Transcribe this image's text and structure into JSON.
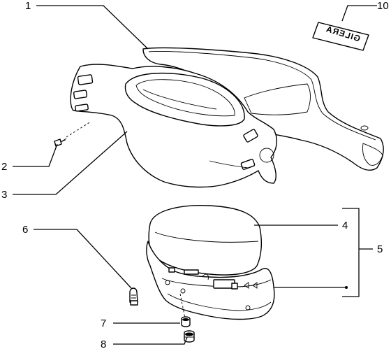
{
  "callouts": [
    {
      "id": "1",
      "label": "1"
    },
    {
      "id": "2",
      "label": "2"
    },
    {
      "id": "3",
      "label": "3"
    },
    {
      "id": "4",
      "label": "4"
    },
    {
      "id": "5",
      "label": "5"
    },
    {
      "id": "6",
      "label": "6"
    },
    {
      "id": "7",
      "label": "7"
    },
    {
      "id": "8",
      "label": "8"
    },
    {
      "id": "10",
      "label": "10"
    }
  ],
  "badge": {
    "text": "GILERA"
  }
}
